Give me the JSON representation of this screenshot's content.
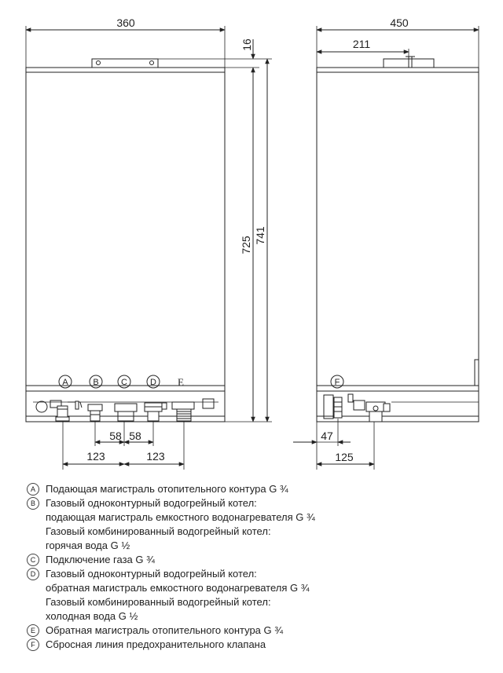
{
  "front_view": {
    "width_dim": "360",
    "top_offset_dim": "16",
    "body_height_dim": "725",
    "total_height_dim": "741",
    "spacing_58_left": "58",
    "spacing_58_right": "58",
    "spacing_123_left": "123",
    "spacing_123_right": "123",
    "connections": [
      "A",
      "B",
      "C",
      "D",
      "E"
    ]
  },
  "side_view": {
    "depth_dim": "450",
    "flue_offset_dim": "211",
    "dim_47": "47",
    "dim_125": "125",
    "connection_f": "F"
  },
  "legend": [
    {
      "mark": "A",
      "lines": [
        "Подающая магистраль отопительного контура G ¾"
      ]
    },
    {
      "mark": "B",
      "lines": [
        "Газовый одноконтурный водогрейный котел:",
        "подающая магистраль емкостного водонагревателя G ¾",
        "Газовый комбинированный водогрейный котел:",
        "горячая вода G ½"
      ]
    },
    {
      "mark": "C",
      "lines": [
        "Подключение газа G ¾"
      ]
    },
    {
      "mark": "D",
      "lines": [
        "Газовый одноконтурный водогрейный котел:",
        "обратная магистраль емкостного водонагревателя G ¾",
        "Газовый комбинированный водогрейный котел:",
        "холодная вода G ½"
      ]
    },
    {
      "mark": "E",
      "lines": [
        "Обратная магистраль отопительного контура G ¾"
      ]
    },
    {
      "mark": "F",
      "lines": [
        "Сбросная линия предохранительного клапана"
      ]
    }
  ]
}
